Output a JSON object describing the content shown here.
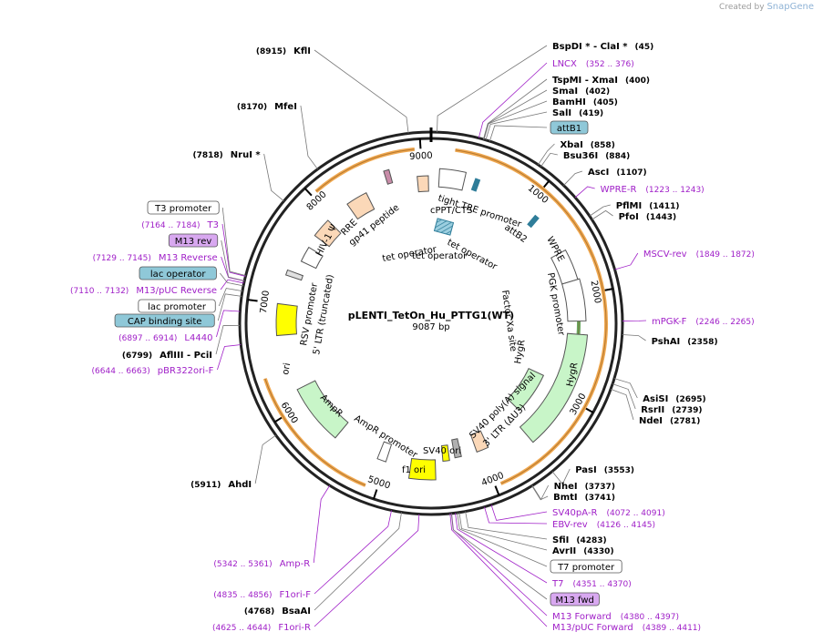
{
  "credit": {
    "prefix": "Created by",
    "brand": "SnapGene"
  },
  "plasmid": {
    "name": "pLENTI_TetOn_Hu_PTTG1(WT)",
    "size": 9087,
    "size_label": "9087 bp"
  },
  "ticks": [
    {
      "label": "1000",
      "bp": 1000
    },
    {
      "label": "2000",
      "bp": 2000
    },
    {
      "label": "3000",
      "bp": 3000
    },
    {
      "label": "4000",
      "bp": 4000
    },
    {
      "label": "5000",
      "bp": 5000
    },
    {
      "label": "6000",
      "bp": 6000
    },
    {
      "label": "7000",
      "bp": 7000
    },
    {
      "label": "8000",
      "bp": 8000
    },
    {
      "label": "9000",
      "bp": 9000
    }
  ],
  "sites": [
    {
      "name": "KflI",
      "pos": "(8915)",
      "bp": 8915,
      "side": "left"
    },
    {
      "name": "BspDI * - ClaI *",
      "pos": "(45)",
      "bp": 45,
      "side": "right"
    },
    {
      "name": "TspMI - XmaI",
      "pos": "(400)",
      "bp": 400,
      "side": "right"
    },
    {
      "name": "SmaI",
      "pos": "(402)",
      "bp": 402,
      "side": "right"
    },
    {
      "name": "BamHI",
      "pos": "(405)",
      "bp": 405,
      "side": "right"
    },
    {
      "name": "SalI",
      "pos": "(419)",
      "bp": 419,
      "side": "right"
    },
    {
      "name": "XbaI",
      "pos": "(858)",
      "bp": 858,
      "side": "right"
    },
    {
      "name": "Bsu36I",
      "pos": "(884)",
      "bp": 884,
      "side": "right"
    },
    {
      "name": "AscI",
      "pos": "(1107)",
      "bp": 1107,
      "side": "right"
    },
    {
      "name": "PflMI",
      "pos": "(1411)",
      "bp": 1411,
      "side": "right"
    },
    {
      "name": "PfoI",
      "pos": "(1443)",
      "bp": 1443,
      "side": "right"
    },
    {
      "name": "PshAI",
      "pos": "(2358)",
      "bp": 2358,
      "side": "right"
    },
    {
      "name": "AsiSI",
      "pos": "(2695)",
      "bp": 2695,
      "side": "right"
    },
    {
      "name": "RsrII",
      "pos": "(2739)",
      "bp": 2739,
      "side": "right"
    },
    {
      "name": "NdeI",
      "pos": "(2781)",
      "bp": 2781,
      "side": "right"
    },
    {
      "name": "PasI",
      "pos": "(3553)",
      "bp": 3553,
      "side": "right"
    },
    {
      "name": "NheI",
      "pos": "(3737)",
      "bp": 3737,
      "side": "right"
    },
    {
      "name": "BmtI",
      "pos": "(3741)",
      "bp": 3741,
      "side": "right"
    },
    {
      "name": "SfiI",
      "pos": "(4283)",
      "bp": 4283,
      "side": "right"
    },
    {
      "name": "AvrII",
      "pos": "(4330)",
      "bp": 4330,
      "side": "right"
    },
    {
      "name": "BsaAI",
      "pos": "(4768)",
      "bp": 4768,
      "side": "left"
    },
    {
      "name": "AhdI",
      "pos": "(5911)",
      "bp": 5911,
      "side": "left"
    },
    {
      "name": "AflIII - PciI",
      "pos": "(6799)",
      "bp": 6799,
      "side": "left"
    },
    {
      "name": "NruI *",
      "pos": "(7818)",
      "bp": 7818,
      "side": "left"
    },
    {
      "name": "MfeI",
      "pos": "(8170)",
      "bp": 8170,
      "side": "left"
    }
  ],
  "primers": [
    {
      "name": "LNCX",
      "pos": "(352 .. 376)",
      "bp": 364,
      "side": "right"
    },
    {
      "name": "WPRE-R",
      "pos": "(1223 .. 1243)",
      "bp": 1233,
      "side": "right"
    },
    {
      "name": "MSCV-rev",
      "pos": "(1849 .. 1872)",
      "bp": 1860,
      "side": "right"
    },
    {
      "name": "mPGK-F",
      "pos": "(2246 .. 2265)",
      "bp": 2255,
      "side": "right"
    },
    {
      "name": "SV40pA-R",
      "pos": "(4072 .. 4091)",
      "bp": 4081,
      "side": "right"
    },
    {
      "name": "EBV-rev",
      "pos": "(4126 .. 4145)",
      "bp": 4135,
      "side": "right"
    },
    {
      "name": "T7",
      "pos": "(4351 .. 4370)",
      "bp": 4360,
      "side": "right"
    },
    {
      "name": "M13 Forward",
      "pos": "(4380 .. 4397)",
      "bp": 4388,
      "side": "right"
    },
    {
      "name": "M13/pUC Forward",
      "pos": "(4389 .. 4411)",
      "bp": 4400,
      "side": "right"
    },
    {
      "name": "F1ori-R",
      "pos": "(4625 .. 4644)",
      "bp": 4634,
      "side": "left"
    },
    {
      "name": "F1ori-F",
      "pos": "(4835 .. 4856)",
      "bp": 4845,
      "side": "left"
    },
    {
      "name": "Amp-R",
      "pos": "(5342 .. 5361)",
      "bp": 5351,
      "side": "left"
    },
    {
      "name": "pBR322ori-F",
      "pos": "(6644 .. 6663)",
      "bp": 6653,
      "side": "left"
    },
    {
      "name": "L4440",
      "pos": "(6897 .. 6914)",
      "bp": 6905,
      "side": "left"
    },
    {
      "name": "M13/pUC Reverse",
      "pos": "(7110 .. 7132)",
      "bp": 7121,
      "side": "left"
    },
    {
      "name": "M13 Reverse",
      "pos": "(7129 .. 7145)",
      "bp": 7137,
      "side": "left"
    },
    {
      "name": "T3",
      "pos": "(7164 .. 7184)",
      "bp": 7174,
      "side": "left"
    }
  ],
  "boxed_labels": [
    {
      "text": "attB1",
      "style": "blue",
      "bp": 450,
      "side": "right"
    },
    {
      "text": "T7 promoter",
      "style": "white",
      "bp": 4345,
      "side": "right"
    },
    {
      "text": "M13 fwd",
      "style": "purple",
      "bp": 4390,
      "side": "right"
    },
    {
      "text": "T3 promoter",
      "style": "white",
      "bp": 7180,
      "side": "left"
    },
    {
      "text": "M13 rev",
      "style": "purple",
      "bp": 7140,
      "side": "left"
    },
    {
      "text": "lac operator",
      "style": "blue",
      "bp": 7100,
      "side": "left"
    },
    {
      "text": "lac promoter",
      "style": "white",
      "bp": 7060,
      "side": "left"
    },
    {
      "text": "CAP binding site",
      "style": "blue",
      "bp": 7020,
      "side": "left"
    }
  ],
  "features": [
    {
      "label": "tight TRE promoter"
    },
    {
      "label": "cPPT/CTS"
    },
    {
      "label": "attB2"
    },
    {
      "label": "WPRE"
    },
    {
      "label": "PGK promoter"
    },
    {
      "label": "HygR"
    },
    {
      "label": "HygR"
    },
    {
      "label": "Factor Xa site"
    },
    {
      "label": "SV40 poly(A) signal"
    },
    {
      "label": "3' LTR (ΔU3)"
    },
    {
      "label": "SV40 ori"
    },
    {
      "label": "f1 ori"
    },
    {
      "label": "AmpR promoter"
    },
    {
      "label": "AmpR"
    },
    {
      "label": "ori"
    },
    {
      "label": "RSV promoter"
    },
    {
      "label": "5' LTR (truncated)"
    },
    {
      "label": "HIV-1 Ψ"
    },
    {
      "label": "RRE"
    },
    {
      "label": "gp41 peptide"
    },
    {
      "label": "tet operator"
    },
    {
      "label": "tet operator"
    },
    {
      "label": "tet operator"
    }
  ],
  "colors": {
    "primer": "#a020c8",
    "orange_arc": "#f0a850",
    "green_feature": "#c8f5c8",
    "yellow_feature": "#ffff00",
    "peach_feature": "#fbd8b8",
    "blue_box": "#8fc8d8",
    "purple_box": "#d8a8f0"
  }
}
